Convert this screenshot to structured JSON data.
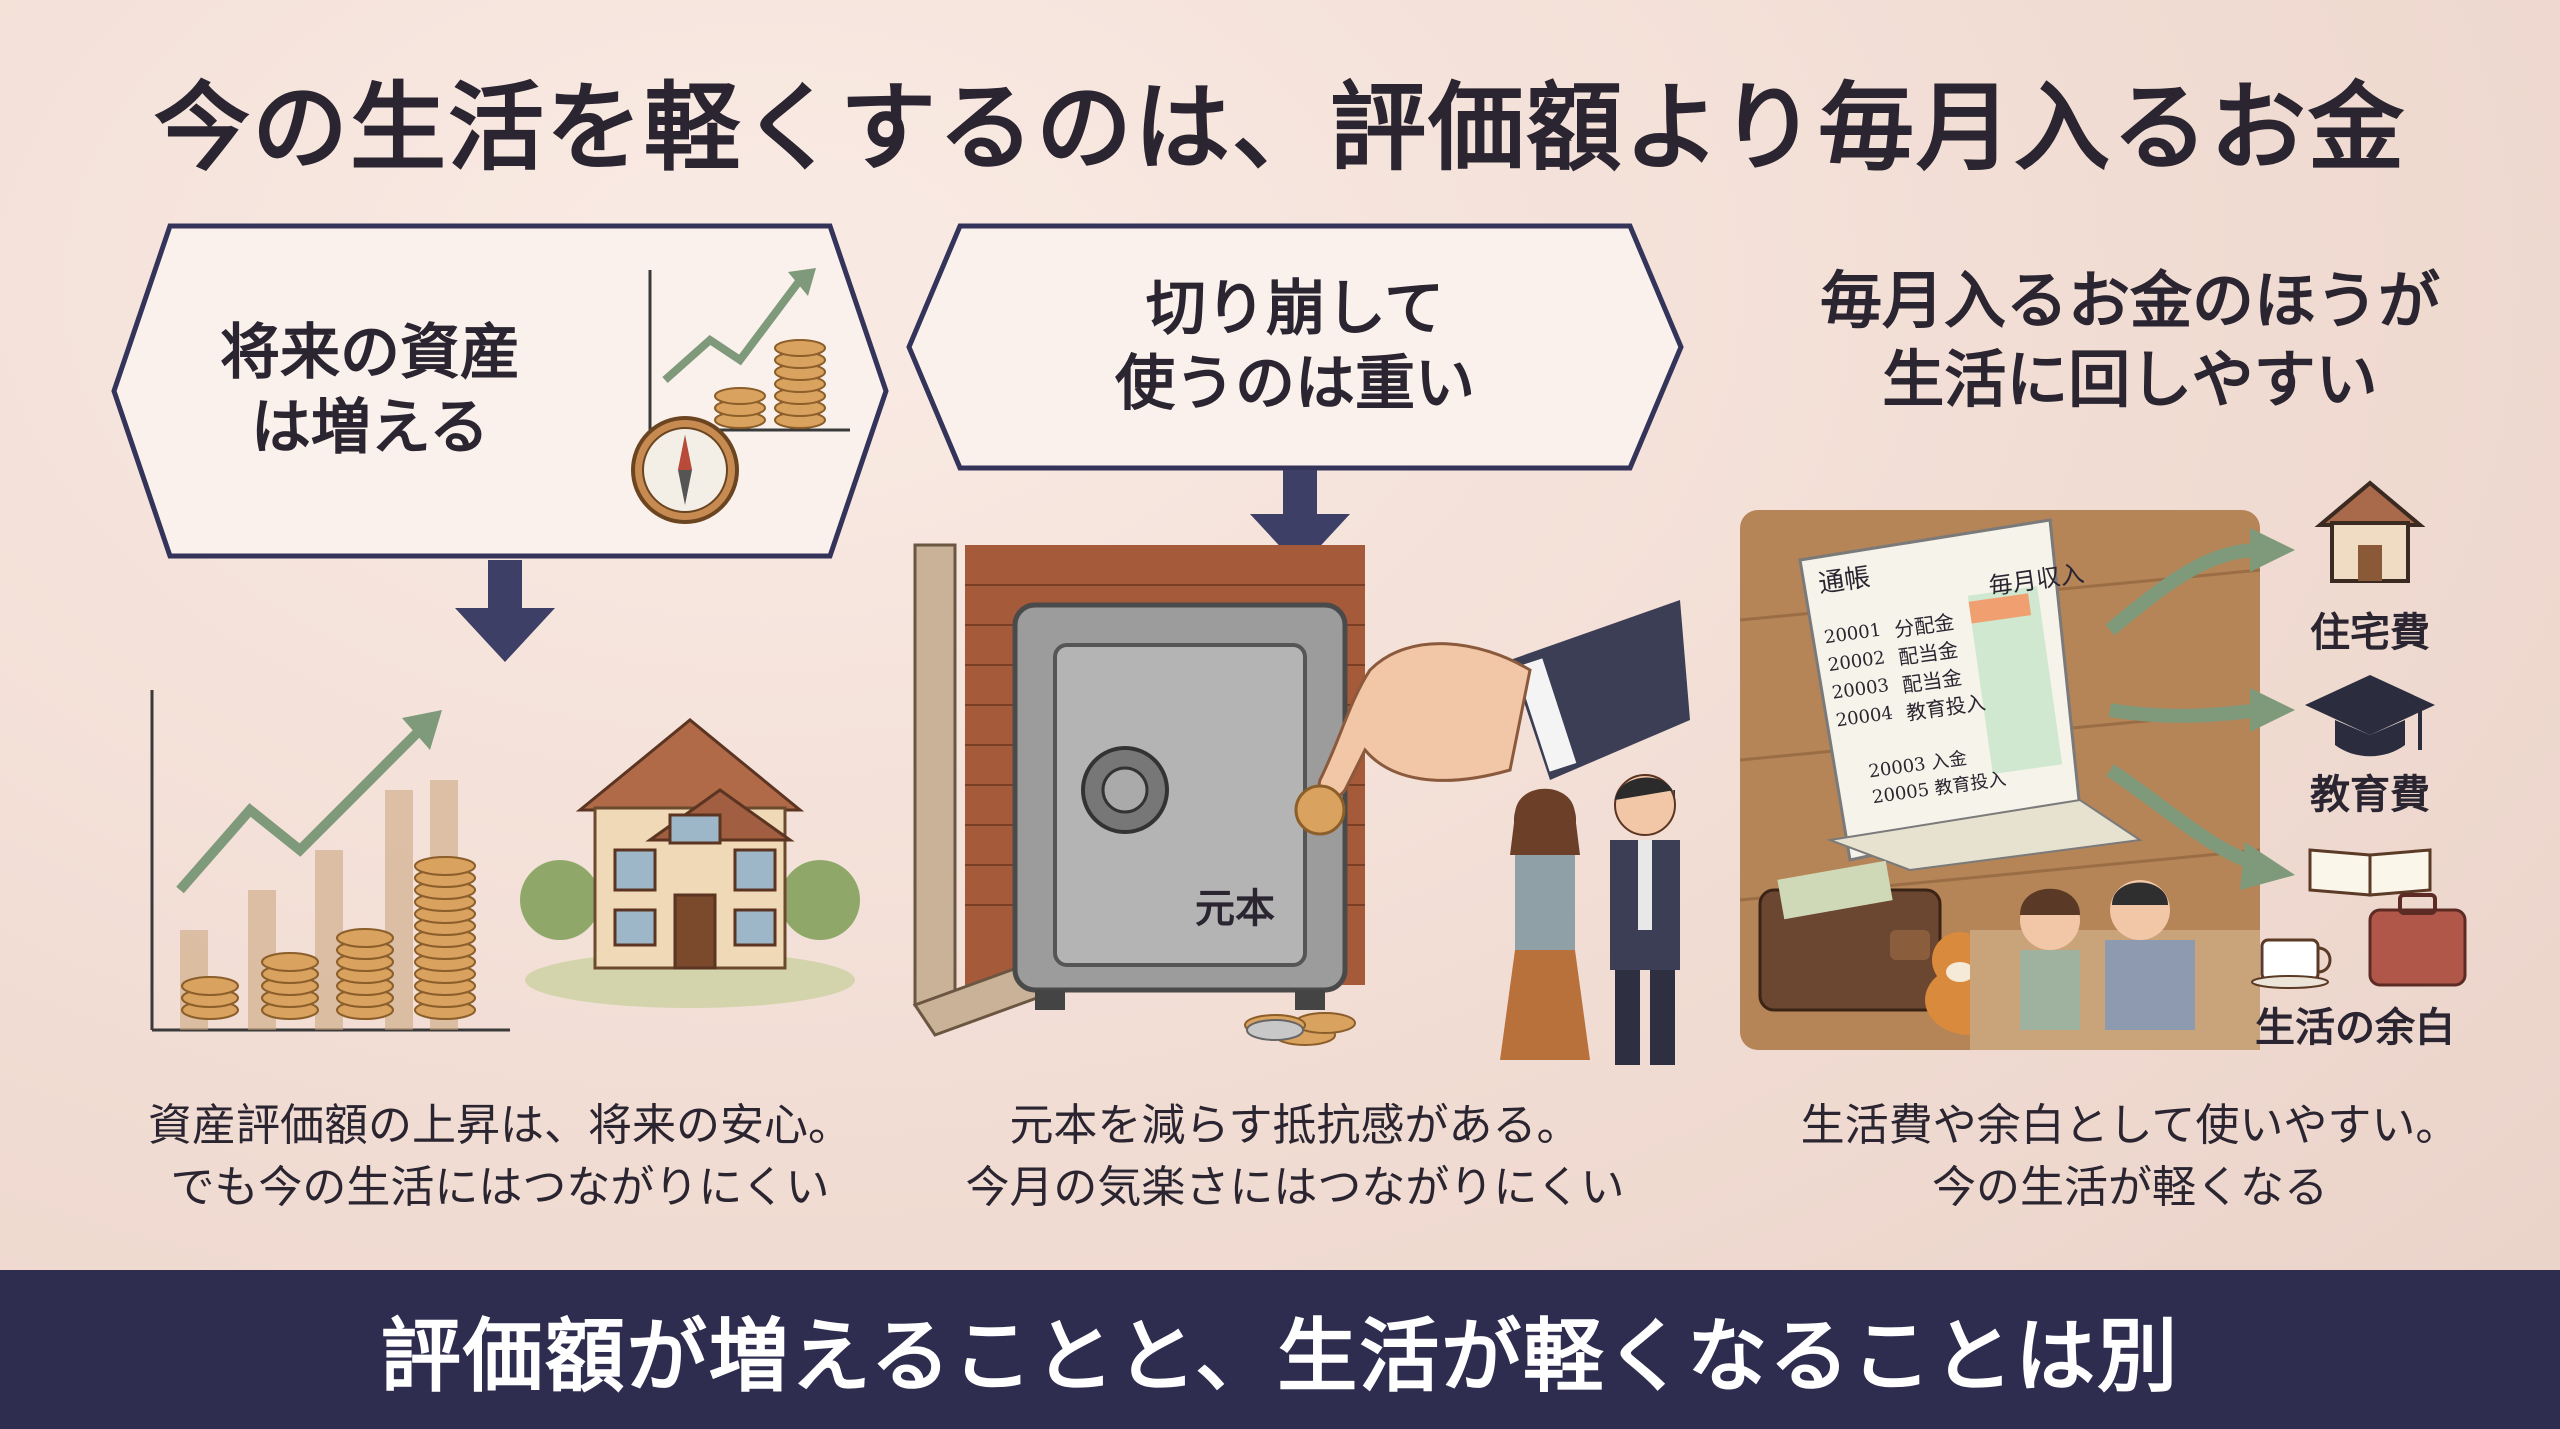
{
  "title": "今の生活を軽くするのは、評価額より毎月入るお金",
  "panels": [
    {
      "heading_lines": [
        "将来の資産",
        "は増える"
      ],
      "desc_lines": [
        "資産評価額の上昇は、将来の安心。",
        "でも今の生活にはつながりにくい"
      ]
    },
    {
      "heading_lines": [
        "切り崩して",
        "使うのは重い"
      ],
      "safe_label": "元本",
      "desc_lines": [
        "元本を減らす抵抗感がある。",
        "今月の気楽さにはつながりにくい"
      ]
    },
    {
      "heading_lines": [
        "毎月入るお金のほうが",
        "生活に回しやすい"
      ],
      "passbook": {
        "title": "通帳",
        "col_header": "毎月収入",
        "rows": [
          "20001",
          "20002",
          "20003",
          "20004",
          "20003",
          "20005"
        ],
        "entries": [
          "分配金",
          "配当金",
          "配当金",
          "教育投入",
          "入金",
          "教育投入"
        ]
      },
      "icon_labels": [
        "住宅費",
        "教育費",
        "生活の余白"
      ],
      "desc_lines": [
        "生活費や余白として使いやすい。",
        "今の生活が軽くなる"
      ]
    }
  ],
  "banner": "評価額が増えることと、生活が軽くなることは別",
  "colors": {
    "banner_bg": "#2e2c4f",
    "arrow": "#3d3f66",
    "gold": "#d9a25e",
    "chart_arrow": "#7f9a7a"
  }
}
